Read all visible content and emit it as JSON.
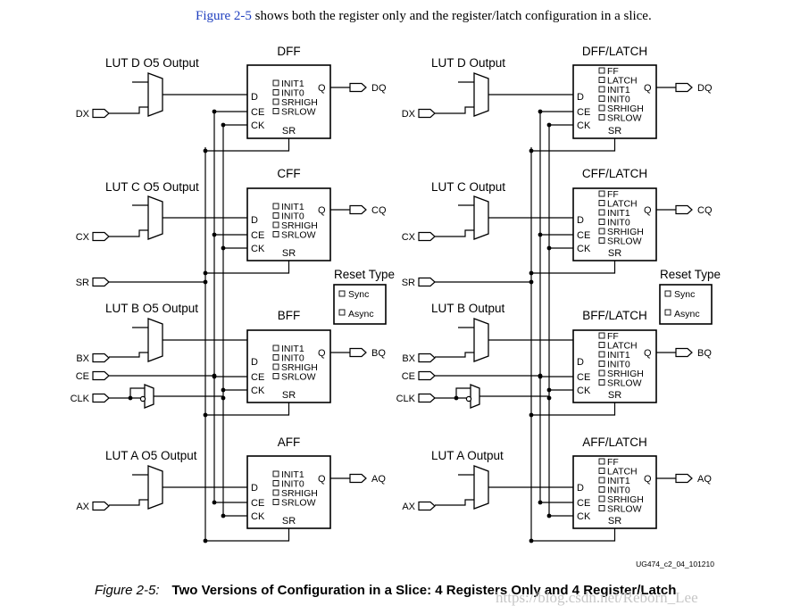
{
  "intro": {
    "link": "Figure 2-5",
    "rest": " shows both the register only and the register/latch configuration in a slice."
  },
  "caption": {
    "label": "Figure 2-5:",
    "title": "Two Versions of Configuration in a Slice: 4 Registers Only and 4 Register/Latch"
  },
  "doc_id": "UG474_c2_04_101210",
  "watermark": "https://blog.csdn.net/Reborn_Lee",
  "left": {
    "luts": [
      "LUT D O5 Output",
      "LUT C O5 Output",
      "LUT B O5 Output",
      "LUT A O5 Output"
    ],
    "ffs": [
      "DFF",
      "CFF",
      "BFF",
      "AFF"
    ],
    "outputs": [
      "DQ",
      "CQ",
      "BQ",
      "AQ"
    ],
    "opts": [
      "INIT1",
      "INIT0",
      "SRHIGH",
      "SRLOW"
    ]
  },
  "right": {
    "luts": [
      "LUT D Output",
      "LUT C Output",
      "LUT B Output",
      "LUT A Output"
    ],
    "ffs": [
      "DFF/LATCH",
      "CFF/LATCH",
      "BFF/LATCH",
      "AFF/LATCH"
    ],
    "outputs": [
      "DQ",
      "CQ",
      "BQ",
      "AQ"
    ],
    "opts": [
      "FF",
      "LATCH",
      "INIT1",
      "INIT0",
      "SRHIGH",
      "SRLOW"
    ]
  },
  "pins": {
    "d": "D",
    "ce": "CE",
    "ck": "CK",
    "sr": "SR",
    "q": "Q"
  },
  "inputs": {
    "dx": "DX",
    "cx": "CX",
    "sr": "SR",
    "bx": "BX",
    "ce": "CE",
    "clk": "CLK",
    "ax": "AX"
  },
  "reset": {
    "title": "Reset Type",
    "sync": "Sync",
    "async": "Async"
  }
}
